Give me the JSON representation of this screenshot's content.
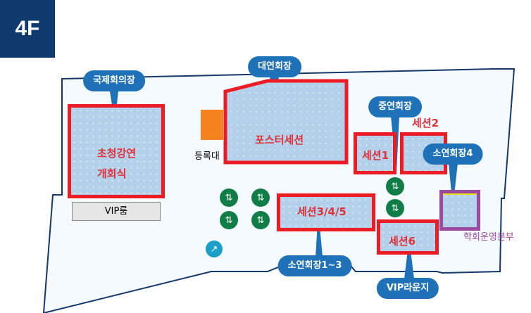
{
  "floor": "4F",
  "rooms": {
    "international": {
      "callout": "국제회의장",
      "lines": [
        "초청강연",
        "개회식"
      ]
    },
    "vip_room": "VIP룸",
    "registration": "등록대",
    "grand_ballroom": {
      "callout": "대연회장",
      "label": "포스터세션"
    },
    "medium_ballroom": {
      "callout": "중연회장",
      "session1": "세션1",
      "session2": "세션2"
    },
    "small4": {
      "callout": "소연회장4"
    },
    "small13": {
      "callout": "소연회장1~3",
      "label": "세션3/4/5"
    },
    "vip_lounge": {
      "callout": "VIP라운지",
      "label": "세션6"
    },
    "office": "학회운영본부"
  },
  "colors": {
    "accent": "#ec1c24",
    "bubble": "#1f72b8",
    "office": "#9b4aa0"
  }
}
